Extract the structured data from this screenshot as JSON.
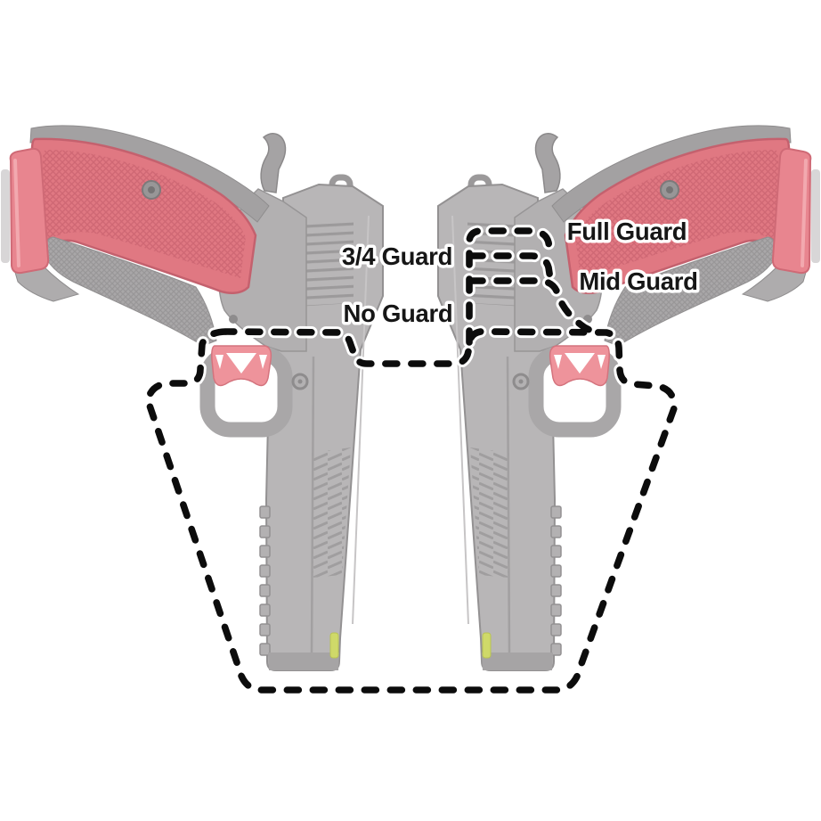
{
  "diagram": {
    "labels": {
      "full_guard": "Full Guard",
      "three_quarter_guard": "3/4 Guard",
      "mid_guard": "Mid Guard",
      "no_guard": "No Guard"
    },
    "colors": {
      "grip_red": "#e07882",
      "magazine_pad_red": "#e8858f",
      "trigger_red": "#ee939b",
      "gun_body_gray": "#b8b6b7",
      "gun_edge_gray": "#8f8d8e",
      "dashed_outline_black": "#0c0c0c",
      "label_text_black": "#161616",
      "fiber_optic_green": "#cfd969",
      "background_white": "#ffffff"
    }
  }
}
